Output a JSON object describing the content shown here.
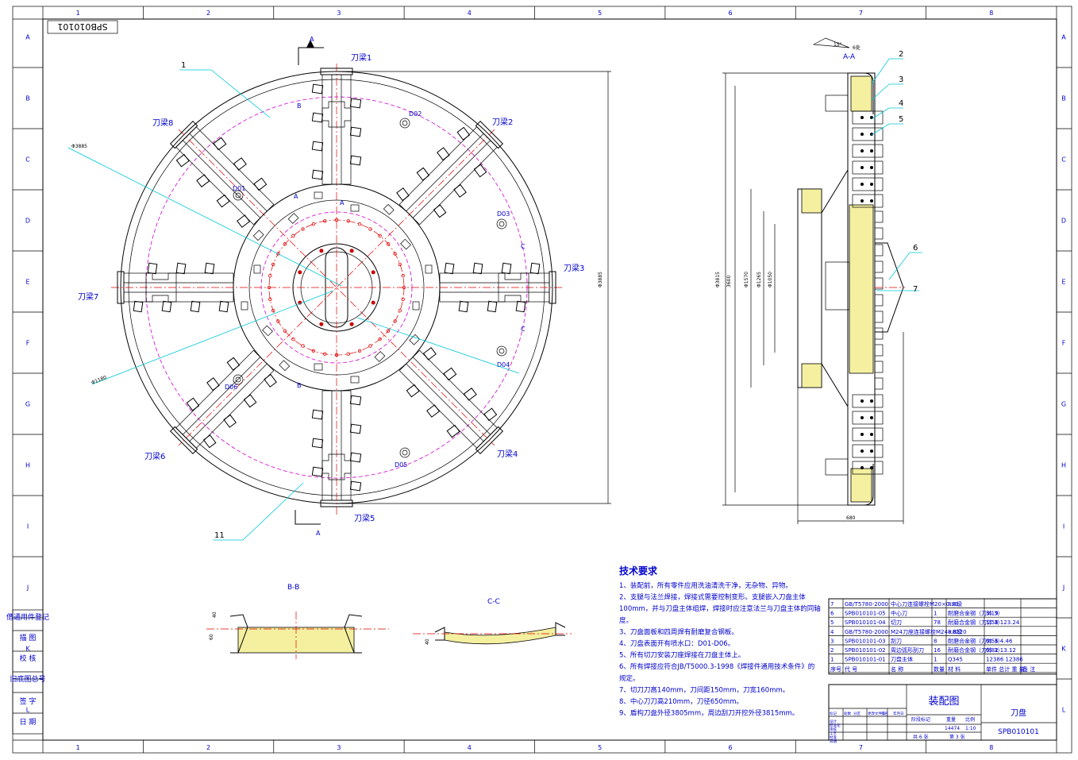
{
  "drawing": {
    "code_stamp": "SPB010101",
    "title": "装配图",
    "part_name": "刀盘",
    "drawing_number": "SPB010101",
    "scale_label": "比例",
    "scale_value": "1:10",
    "weight_label": "重量",
    "weight_value": "14474",
    "sheet_total": "共 6 张",
    "sheet_index": "第 3 张",
    "stage_label": "阶段标记"
  },
  "border": {
    "columns": [
      "1",
      "2",
      "3",
      "4",
      "5",
      "6",
      "7",
      "8"
    ],
    "rows": [
      "A",
      "B",
      "C",
      "D",
      "E",
      "F",
      "G",
      "H",
      "I",
      "J",
      "K",
      "L"
    ]
  },
  "side_stamps": [
    "借通用件登记",
    "描 图",
    "校 核",
    "旧底图总号",
    "签 字",
    "日 期"
  ],
  "front_view": {
    "beams": [
      "刀梁1",
      "刀梁2",
      "刀梁3",
      "刀梁4",
      "刀梁5",
      "刀梁6",
      "刀梁7",
      "刀梁8"
    ],
    "nozzles": [
      "D01",
      "D02",
      "D03",
      "D04",
      "D05",
      "D06"
    ],
    "balloons": [
      "1",
      "11"
    ],
    "dims": [
      "Φ3885",
      "Φ1180",
      "Φ3885"
    ],
    "section_marks": [
      "A",
      "A",
      "B",
      "B",
      "C",
      "C",
      "A",
      "A"
    ]
  },
  "side_view": {
    "label": "A-A",
    "balloons": [
      "2",
      "3",
      "4",
      "5",
      "6",
      "7"
    ],
    "dims": [
      "Φ3815",
      "3600",
      "Φ1570",
      "Φ1265",
      "Φ1050",
      "680"
    ],
    "detail": [
      "15°",
      "6处"
    ]
  },
  "sections": {
    "bb": "B-B",
    "cc": "C-C",
    "bb_dims": [
      "40",
      "60"
    ],
    "cc_dims": [
      "40"
    ]
  },
  "tech": {
    "heading": "技术要求",
    "items": [
      "1、装配前，所有零件应用洗油清洗干净，无杂物、异物。",
      "2、支腿与法兰焊接，焊接式需要控制变形。支腿嵌入刀盘主体",
      "100mm，并与刀盘主体组焊，焊接时应注意法兰与刀盘主体的同轴",
      "度。",
      "3、刀盘面板和四周焊有耐磨复合钢板。",
      "4、刀盘表面开有喷水口：D01-D06。",
      "5、所有切刀安装刀座焊接在刀盘主体上。",
      "6、所有焊接应符合JB/T5000.3-1998《焊接件通用技术条件》的",
      "规定。",
      "7、切刀刀高140mm，刀间距150mm，刀宽160mm。",
      "8、中心刀刀高210mm，刀径650mm。",
      "9、盾构刀盘外径3805mm，周边刮刀开挖外径3815mm。"
    ]
  },
  "bom": {
    "headers": [
      "序号",
      "代 号",
      "名 称",
      "数量",
      "材 料",
      "单件 总计 重 量",
      "备 注"
    ],
    "rows": [
      [
        "7",
        "GB/T5780-2000",
        "中心刀连接螺栓M20×0.80",
        "",
        "8.8级",
        "",
        ""
      ],
      [
        "6",
        "SPB010101-05",
        "中心刀",
        "1",
        "耐磨合金钢（刀体 3）",
        "3.19",
        ""
      ],
      [
        "5",
        "SPB010101-04",
        "切刀",
        "78",
        "耐磨合金钢（刀体 3）",
        "1.58 123.24",
        ""
      ],
      [
        "4",
        "GB/T5780-2000",
        "M24刀座连接螺栓M24×8220",
        "",
        "8.8级",
        "",
        ""
      ],
      [
        "3",
        "SPB010101-03",
        "刮刀",
        "8",
        "耐磨合金钢（刀体 3）",
        "0.56 4.46",
        ""
      ],
      [
        "2",
        "SPB010101-02",
        "周边弧形刮刀",
        "16",
        "耐磨合金钢（刀体 3）",
        "0.82 13.12",
        ""
      ],
      [
        "1",
        "SPB010101-01",
        "刀盘主体",
        "1",
        "Q345",
        "12386 12386",
        ""
      ]
    ]
  },
  "title_block": {
    "cells": [
      "标记",
      "处数",
      "分区",
      "更改文件号",
      "签名",
      "年月日",
      "设计",
      "标准化",
      "审核",
      "工艺",
      "批准",
      "日期"
    ]
  }
}
